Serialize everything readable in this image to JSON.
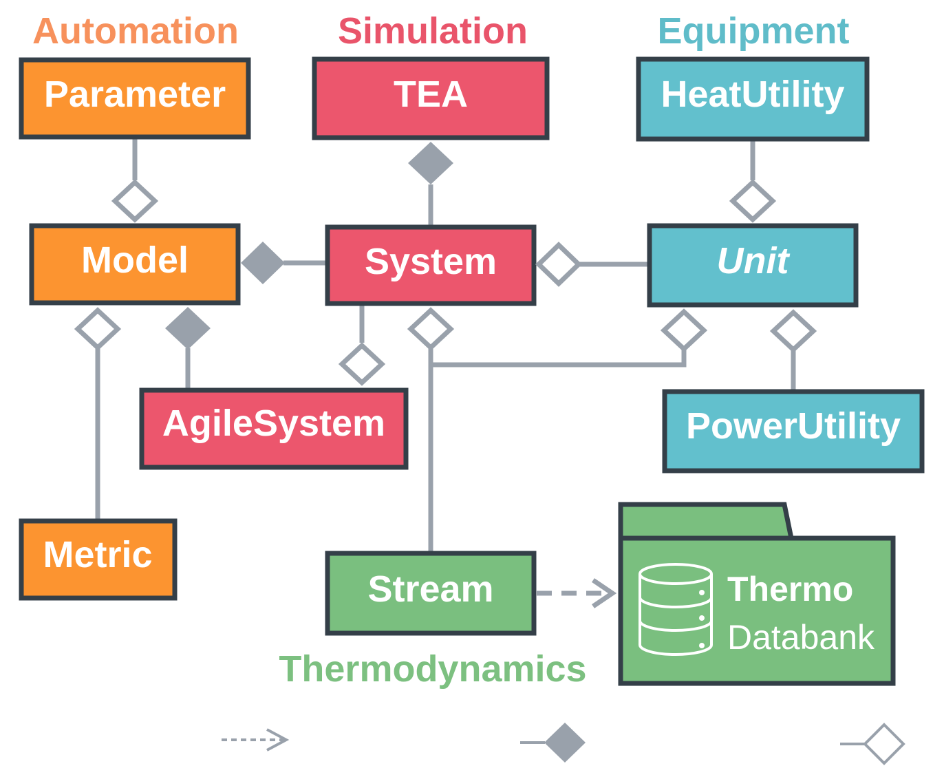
{
  "groups": {
    "automation": "Automation",
    "simulation": "Simulation",
    "equipment": "Equipment",
    "thermodynamics": "Thermodynamics"
  },
  "classes": {
    "parameter": "Parameter",
    "tea": "TEA",
    "heat_utility": "HeatUtility",
    "model": "Model",
    "system": "System",
    "unit": "Unit",
    "agile_system": "AgileSystem",
    "power_utility": "PowerUtility",
    "metric": "Metric",
    "stream": "Stream"
  },
  "package": {
    "title": "Thermo",
    "subtitle": "Databank",
    "icon": "database-icon"
  },
  "colors": {
    "automation_box": "#fc9430",
    "automation_title": "#f7915c",
    "simulation_box": "#ec566d",
    "simulation_title": "#e9546a",
    "equipment_box": "#62c0cd",
    "equipment_title": "#5fbcc9",
    "thermo_box": "#7abf7f",
    "thermo_title": "#7cc080",
    "border": "#343f48",
    "connector": "#99a1ab"
  }
}
